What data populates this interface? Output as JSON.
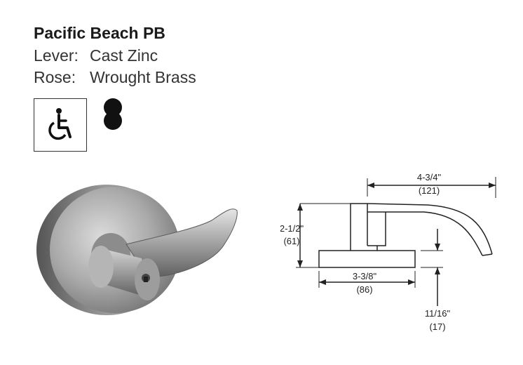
{
  "product": {
    "title": "Pacific Beach PB",
    "lever_key": "Lever:",
    "lever_value": "Cast Zinc",
    "rose_key": "Rose:",
    "rose_value": "Wrought Brass"
  },
  "icons": {
    "accessibility": "wheelchair-icon",
    "keyway": "figure-eight-icon"
  },
  "dimensions": {
    "lever_length": "4-3/4\"",
    "lever_length_mm": "(121)",
    "height": "2-1/2\"",
    "height_mm": "(61)",
    "rose_width": "3-3/8\"",
    "rose_width_mm": "(86)",
    "clearance": "11/16\"",
    "clearance_mm": "(17)"
  },
  "colors": {
    "finish": "#b9b9b9",
    "line": "#222222"
  }
}
